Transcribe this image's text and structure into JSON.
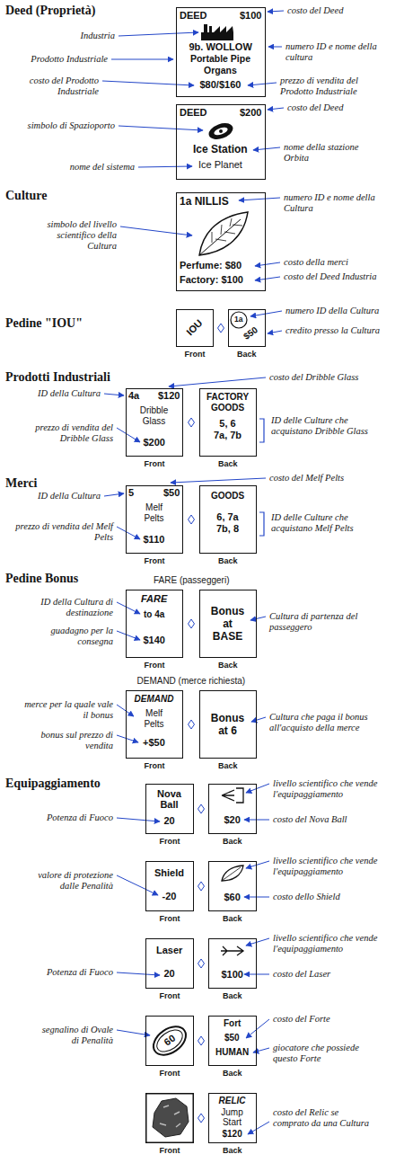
{
  "diagram": {
    "nodes": [
      {
        "text": [
          "DEED",
          "$100",
          "9b. WOLLOW",
          "Portable Pipe Organs",
          "$80/$160"
        ]
      },
      {
        "text": [
          "DEED",
          "$200",
          "Ice Station",
          "Ice Planet"
        ]
      },
      {
        "text": [
          "1a NILLIS",
          "Perfume: $80",
          "Factory: $100"
        ]
      },
      {
        "text": [
          "IOU"
        ]
      },
      {
        "text": [
          "1a",
          "$50"
        ]
      },
      {
        "text": [
          "4a",
          "$120",
          "Dribble Glass",
          "$200"
        ]
      },
      {
        "text": [
          "FACTORY GOODS",
          "5, 6 7a, 7b"
        ]
      },
      {
        "text": [
          "5",
          "$50",
          "Melf Pelts",
          "$110"
        ]
      },
      {
        "text": [
          "GOODS",
          "6, 7a 7b, 8"
        ]
      },
      {
        "text": [
          "FARE",
          "to 4a",
          "$140"
        ]
      },
      {
        "text": [
          "Bonus at BASE"
        ]
      },
      {
        "text": [
          "DEMAND",
          "Melf Pelts",
          "+$50"
        ]
      },
      {
        "text": [
          "Bonus at 6"
        ]
      },
      {
        "text": [
          "Nova Ball",
          "20"
        ]
      },
      {
        "text": [
          "$20"
        ]
      },
      {
        "text": [
          "Shield",
          "-20"
        ]
      },
      {
        "text": [
          "$60"
        ]
      },
      {
        "text": [
          "Laser",
          "20"
        ]
      },
      {
        "text": [
          "$100"
        ]
      },
      {
        "text": [
          "60"
        ]
      },
      {
        "text": [
          "Fort",
          "$50",
          "HUMAN"
        ]
      },
      {
        "text": [
          "RELIC",
          "Jump Start",
          "$120"
        ]
      }
    ],
    "labels": [
      "Deed (Proprietà)",
      "costo del Deed",
      "Industria",
      "numero ID e nome della cultura",
      "Prodotto Industriale",
      "costo del Prodotto Industriale",
      "prezzo di vendita del Prodotto Industriale",
      "costo del Deed",
      "simbolo di Spazioporto",
      "nome della stazione Orbita",
      "nome del sistema",
      "Culture",
      "numero ID e nome della Cultura",
      "simbolo del livello scientifico della Cultura",
      "costo della merci",
      "costo del Deed Industria",
      "Pedine \"IOU\"",
      "numero ID della Cultura",
      "credito presso la Cultura",
      "Front",
      "Back",
      "Prodotti Industriali",
      "costo del Dribble Glass",
      "ID della Cultura",
      "prezzo di vendita del Dribble Glass",
      "ID delle Culture che acquistano Dribble Glass",
      "Front",
      "Back",
      "Merci",
      "costo del Melf Pelts",
      "ID della Cultura",
      "prezzo di vendita del Melf Pelts",
      "ID delle Culture che acquistano Melf Pelts",
      "Front",
      "Back",
      "Pedine Bonus",
      "FARE (passeggeri)",
      "ID della Cultura di destinazione",
      "guadagno per la consegna",
      "Cultura di partenza del passeggero",
      "Front",
      "Back",
      "DEMAND (merce richiesta)",
      "merce per la quale vale il bonus",
      "bonus sul prezzo di vendita",
      "Cultura che paga il bonus all'acquisto della merce",
      "Front",
      "Back",
      "Equipaggiamento",
      "Potenza di Fuoco",
      "livello scientifico che vende l'equipaggiamento",
      "costo del Nova Ball",
      "Front",
      "Back",
      "valore di protezione dalle Penalità",
      "livello scientifico che vende l'equipaggiamento",
      "costo dello Shield",
      "Front",
      "Back",
      "Potenza di Fuoco",
      "livello scientifico che vende l'equipaggiamento",
      "costo del Laser",
      "Front",
      "Back",
      "segnalino di Ovale di Penalità",
      "costo del Forte",
      "giocatore che possiede questo Forte",
      "Front",
      "Back",
      "costo del Relic se comprato da una Cultura",
      "Front",
      "Back"
    ]
  }
}
